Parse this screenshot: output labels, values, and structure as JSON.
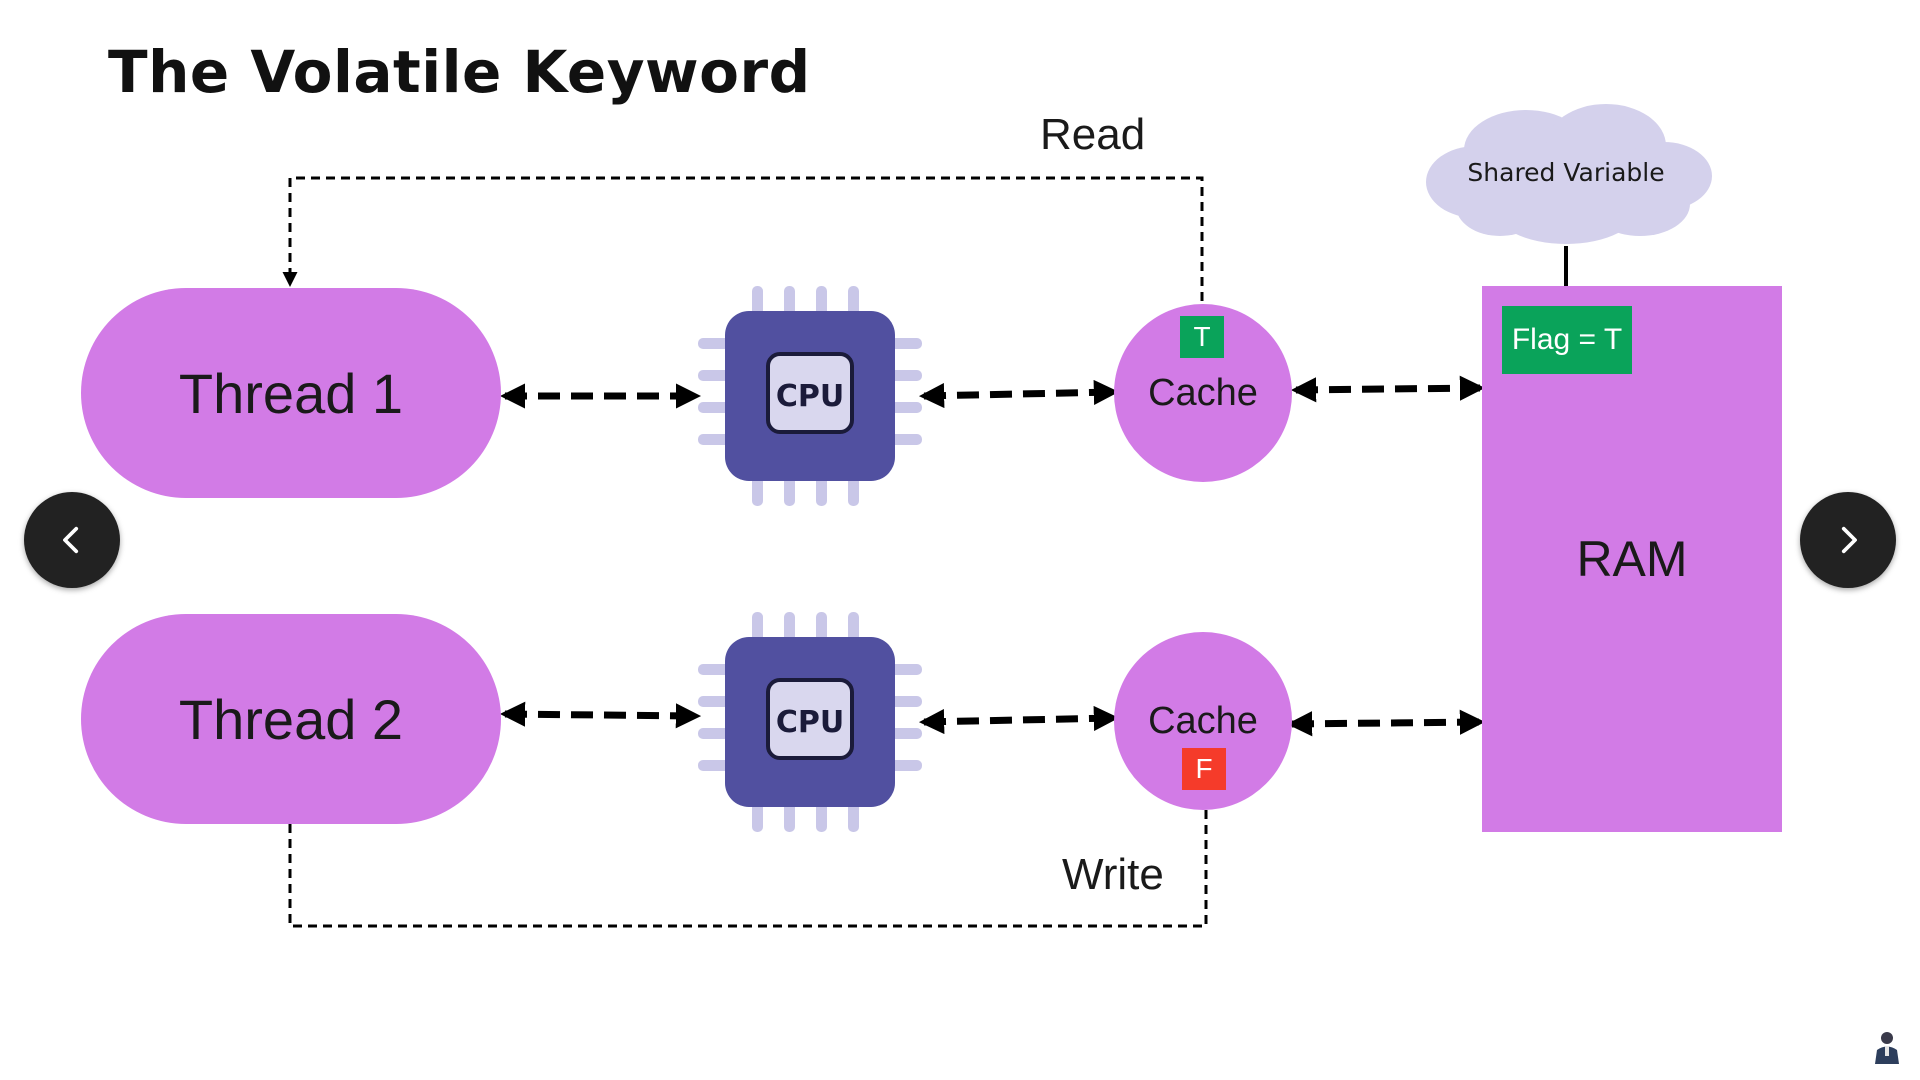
{
  "title": "The Volatile Keyword",
  "colors": {
    "purple": "#d27be6",
    "green": "#0aa35a",
    "red": "#f53b2a",
    "chip_body": "#5150a0",
    "chip_pin": "#c9c7e8",
    "cloud": "#d4d1ec",
    "nav_bg": "#222222"
  },
  "threads": [
    {
      "label": "Thread 1"
    },
    {
      "label": "Thread 2"
    }
  ],
  "cpu_label": "CPU",
  "caches": [
    {
      "label": "Cache",
      "flag": "T"
    },
    {
      "label": "Cache",
      "flag": "F"
    }
  ],
  "ram": {
    "label": "RAM",
    "flag_label": "Flag = T"
  },
  "shared_variable": "Shared Variable",
  "arrows": {
    "read_label": "Read",
    "write_label": "Write"
  },
  "nav": {
    "prev_icon": "chevron-left-icon",
    "next_icon": "chevron-right-icon"
  }
}
